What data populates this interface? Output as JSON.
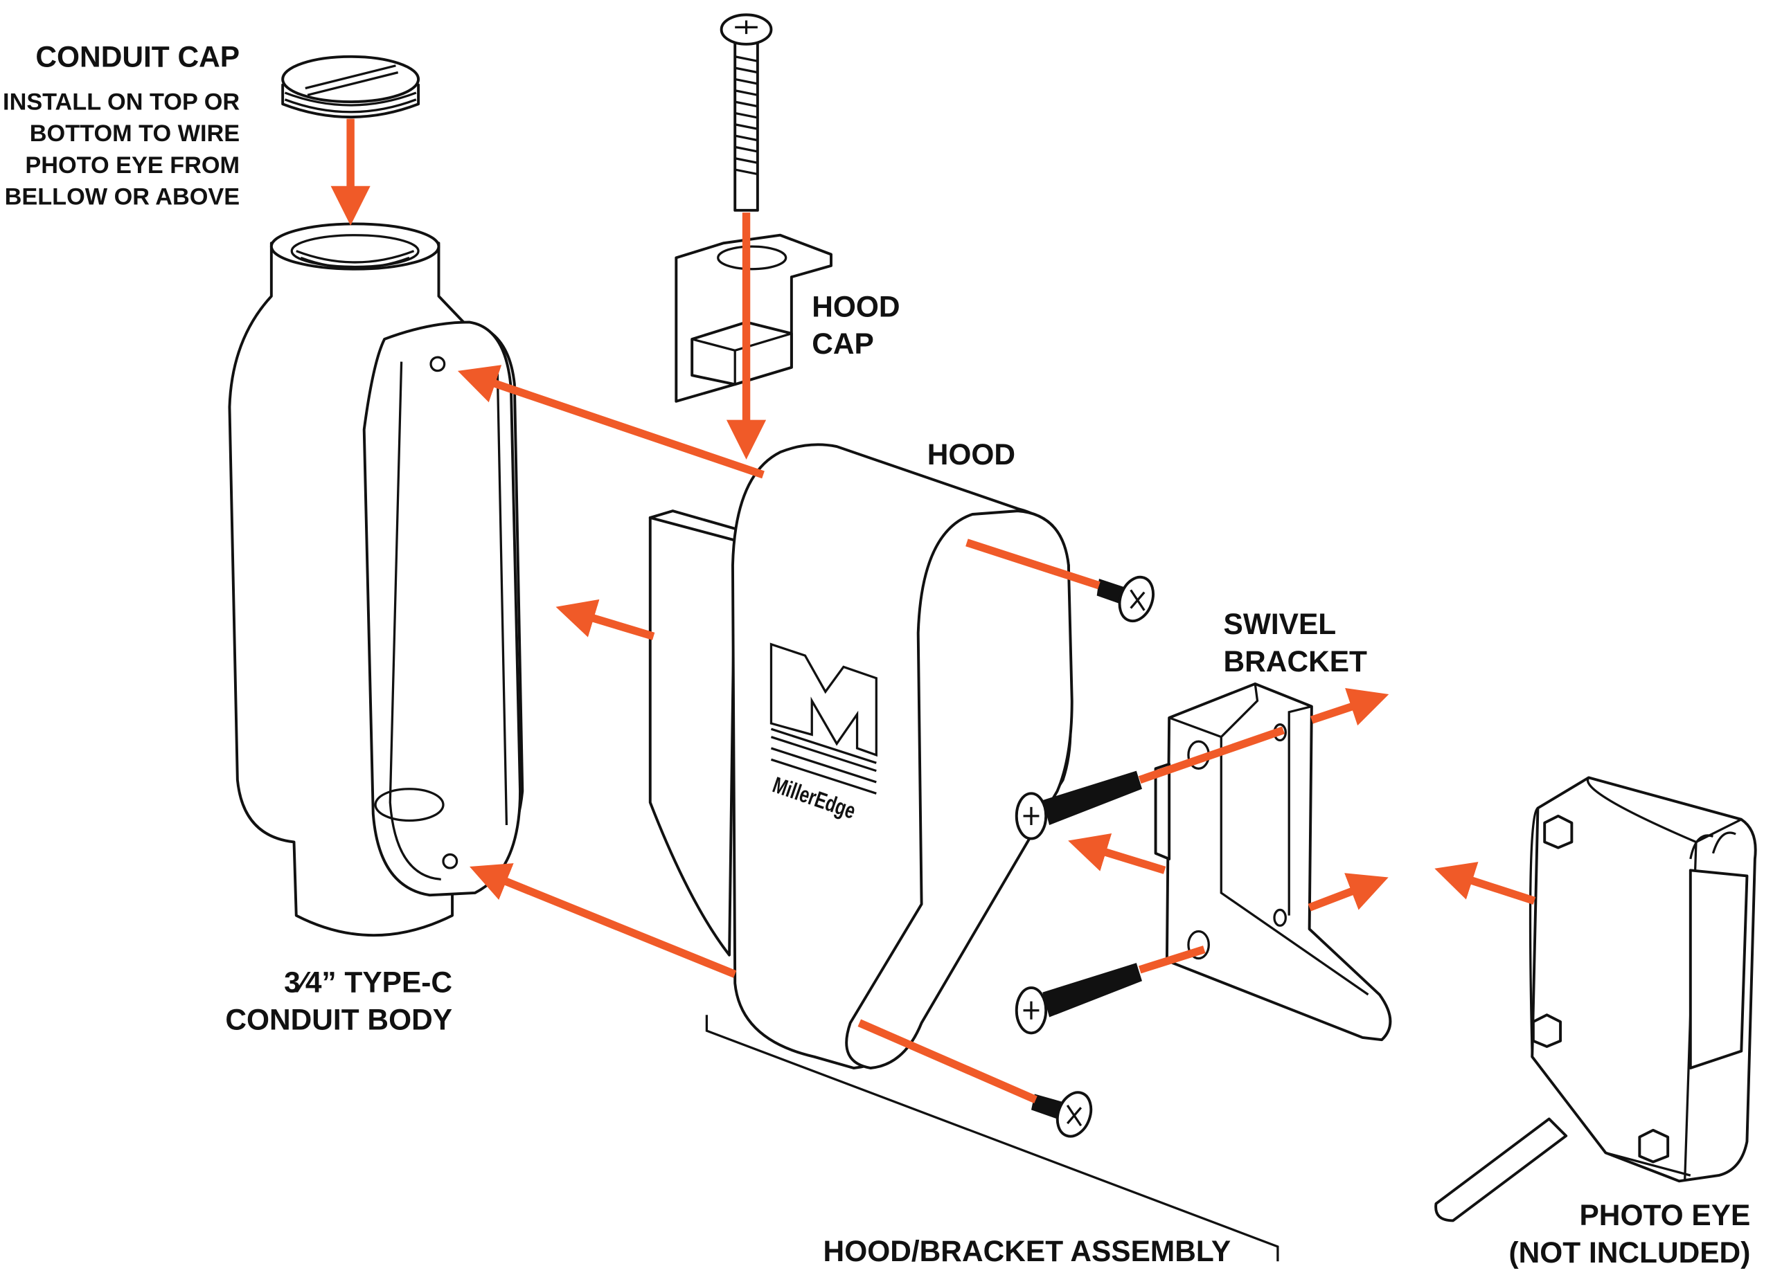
{
  "colors": {
    "arrow": "#f05a28",
    "line": "#111111",
    "background": "#ffffff"
  },
  "labels": {
    "conduit_cap": "CONDUIT CAP",
    "conduit_cap_note": [
      "INSTALL ON TOP OR",
      "BOTTOM TO WIRE",
      "PHOTO EYE FROM",
      "BELLOW OR ABOVE"
    ],
    "hood_cap": [
      "HOOD",
      "CAP"
    ],
    "hood": "HOOD",
    "swivel_bracket": [
      "SWIVEL",
      "BRACKET"
    ],
    "conduit_body": [
      "3⁄4” TYPE-C",
      "CONDUIT BODY"
    ],
    "assembly": "HOOD/BRACKET ASSEMBLY",
    "photo_eye": [
      "PHOTO EYE",
      "(NOT INCLUDED)"
    ]
  },
  "logo": {
    "text": "MillerEdge",
    "letter": "M"
  }
}
